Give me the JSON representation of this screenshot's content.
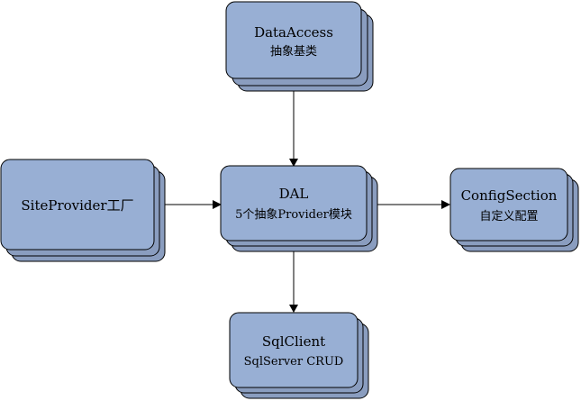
{
  "nodes": {
    "data_access": {
      "title": "DataAccess",
      "subtitle": "抽象基类"
    },
    "dal": {
      "title": "DAL",
      "subtitle": "5个抽象Provider模块"
    },
    "site_provider": {
      "title": "SiteProvider工厂"
    },
    "config_section": {
      "title": "ConfigSection",
      "subtitle": "自定义配置"
    },
    "sql_client": {
      "title": "SqlClient",
      "subtitle": "SqlServer CRUD"
    }
  },
  "colors": {
    "box_fill": "#98afd4",
    "shadow_fill": "#8a9dbf",
    "outline": "#000000"
  }
}
